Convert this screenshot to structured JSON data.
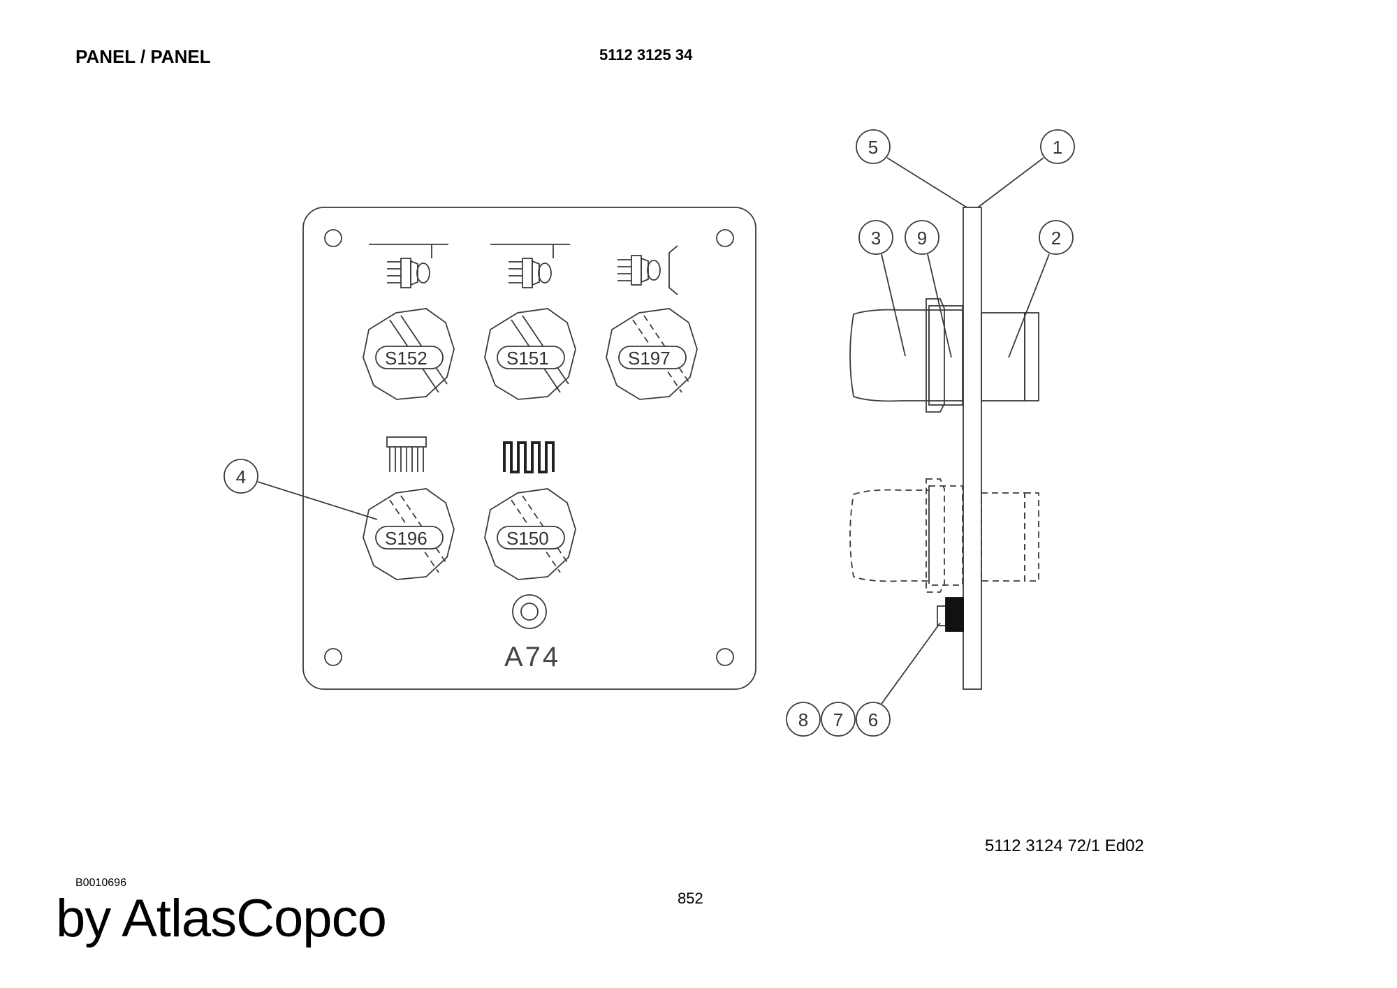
{
  "header": {
    "title": "PANEL / PANEL",
    "part_number": "5112 3125 34"
  },
  "footer": {
    "drawing_ref": "5112 3124 72/1  Ed02",
    "image_code": "B0010696",
    "page_number": "852",
    "brand": "by AtlasCopco"
  },
  "panel": {
    "label": "A74",
    "switches": [
      {
        "label": "S152",
        "icon": "work-light-front-icon"
      },
      {
        "label": "S151",
        "icon": "work-light-rear-icon"
      },
      {
        "label": "S197",
        "icon": "work-light-side-icon"
      },
      {
        "label": "S196",
        "icon": "brush-icon"
      },
      {
        "label": "S150",
        "icon": "heater-icon"
      }
    ]
  },
  "callouts": [
    "1",
    "2",
    "3",
    "4",
    "5",
    "6",
    "7",
    "8",
    "9"
  ]
}
